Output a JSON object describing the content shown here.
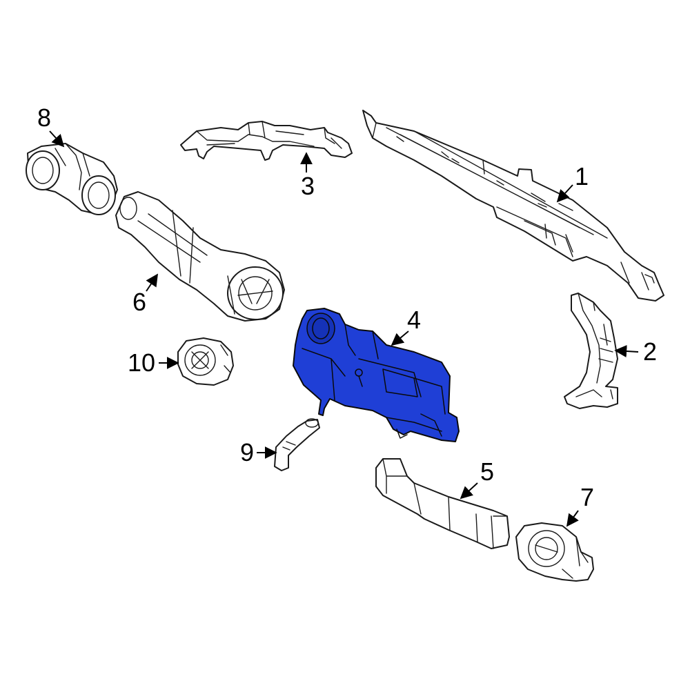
{
  "colors": {
    "background": "#ffffff",
    "line": "#1a1a1a",
    "highlight": "#1f3fd6"
  },
  "highlighted_part": "4",
  "callouts": [
    {
      "id": "1",
      "label": "1"
    },
    {
      "id": "2",
      "label": "2"
    },
    {
      "id": "3",
      "label": "3"
    },
    {
      "id": "4",
      "label": "4"
    },
    {
      "id": "5",
      "label": "5"
    },
    {
      "id": "6",
      "label": "6"
    },
    {
      "id": "7",
      "label": "7"
    },
    {
      "id": "8",
      "label": "8"
    },
    {
      "id": "9",
      "label": "9"
    },
    {
      "id": "10",
      "label": "10"
    }
  ]
}
